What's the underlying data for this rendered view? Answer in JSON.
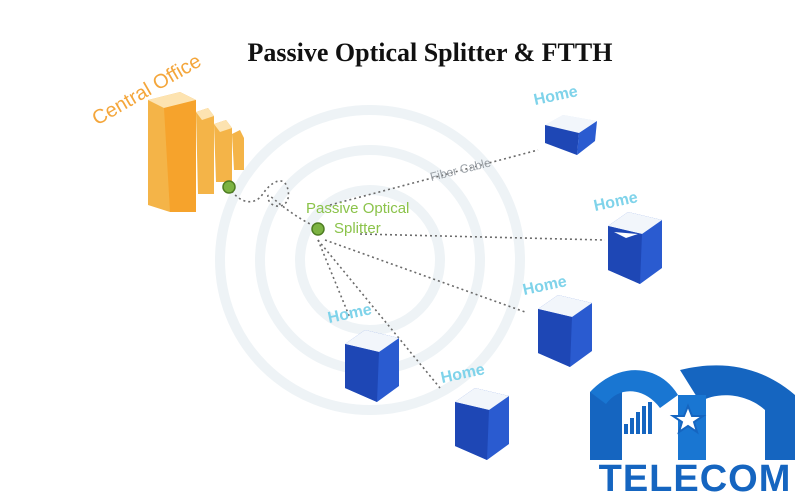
{
  "title": "Passive Optical Splitter & FTTH",
  "labels": {
    "central_office": "Central Office",
    "splitter_line1": "Passive Optical",
    "splitter_line2": "Splitter",
    "fiber_cable": "Fiber Cable",
    "home": "Home"
  },
  "logo": {
    "text": "TELECOM"
  },
  "colors": {
    "office": "#f4a63b",
    "splitter": "#8bc34a",
    "home_label": "#7fd3ea",
    "home_blue": "#1e47b5",
    "logo_blue": "#1565c0"
  }
}
